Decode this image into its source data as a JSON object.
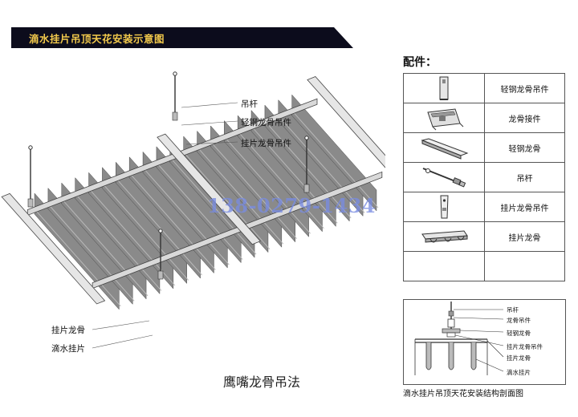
{
  "header": {
    "title": "滴水挂片吊顶天花安装示意图"
  },
  "diagram": {
    "callouts": [
      "吊杆",
      "轻钢龙骨吊件",
      "挂片龙骨吊件",
      "挂片龙骨",
      "滴水挂片"
    ],
    "watermark": "138-0279-1434",
    "caption": "鹰嘴龙骨吊法"
  },
  "parts": {
    "title": "配件：",
    "items": [
      {
        "icon": "light-steel-keel-hanger-icon",
        "label": "轻钢龙骨吊件"
      },
      {
        "icon": "keel-connector-icon",
        "label": "龙骨接件"
      },
      {
        "icon": "light-steel-keel-icon",
        "label": "轻钢龙骨"
      },
      {
        "icon": "hanging-rod-icon",
        "label": "吊杆"
      },
      {
        "icon": "baffle-keel-hanger-icon",
        "label": "挂片龙骨吊件"
      },
      {
        "icon": "baffle-keel-icon",
        "label": "挂片龙骨"
      },
      {
        "icon": "",
        "label": ""
      }
    ]
  },
  "section": {
    "labels": [
      "吊杆",
      "龙骨吊件",
      "轻钢龙骨",
      "挂片龙骨吊件",
      "挂片龙骨",
      "滴水挂片"
    ],
    "caption": "滴水挂片吊顶天花安装结构剖面图"
  },
  "colors": {
    "title_bg": "#0c0c1c",
    "title_text": "#f2c94c",
    "watermark": "#788ce1",
    "panel": "#8a8a8a",
    "frame": "#d9d9d9"
  }
}
